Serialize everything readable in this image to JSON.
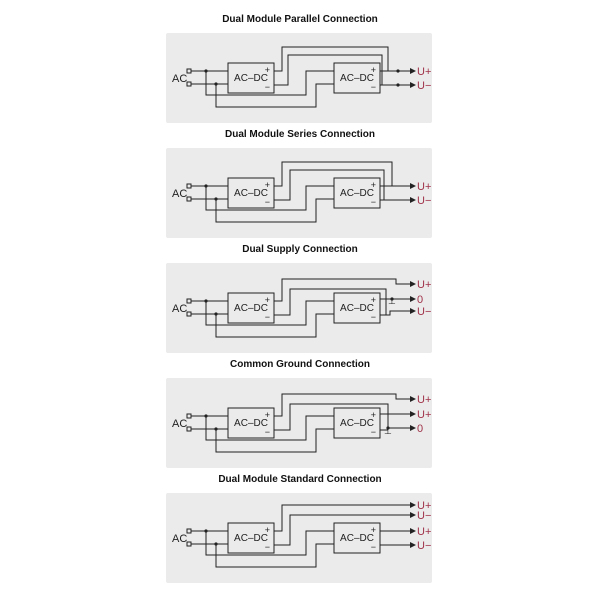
{
  "module_label": "AC–DC",
  "ac_label": "AC",
  "plus_sign": "+",
  "minus_sign": "−",
  "ground_symbol": "⊥",
  "colors": {
    "panel": "#ebebeb",
    "wire": "#222222",
    "output_text": "#a0324a"
  },
  "diagrams": [
    {
      "title": "Dual Module Parallel Connection",
      "outputs": [
        "U+",
        "U−"
      ]
    },
    {
      "title": "Dual Module Series Connection",
      "outputs": [
        "U+",
        "U−"
      ]
    },
    {
      "title": "Dual Supply Connection",
      "outputs": [
        "U+",
        "0",
        "U−"
      ]
    },
    {
      "title": "Common Ground Connection",
      "outputs": [
        "U+",
        "U+",
        "0"
      ]
    },
    {
      "title": "Dual Module Standard Connection",
      "outputs": [
        "U+",
        "U−",
        "U+",
        "U−"
      ]
    }
  ]
}
